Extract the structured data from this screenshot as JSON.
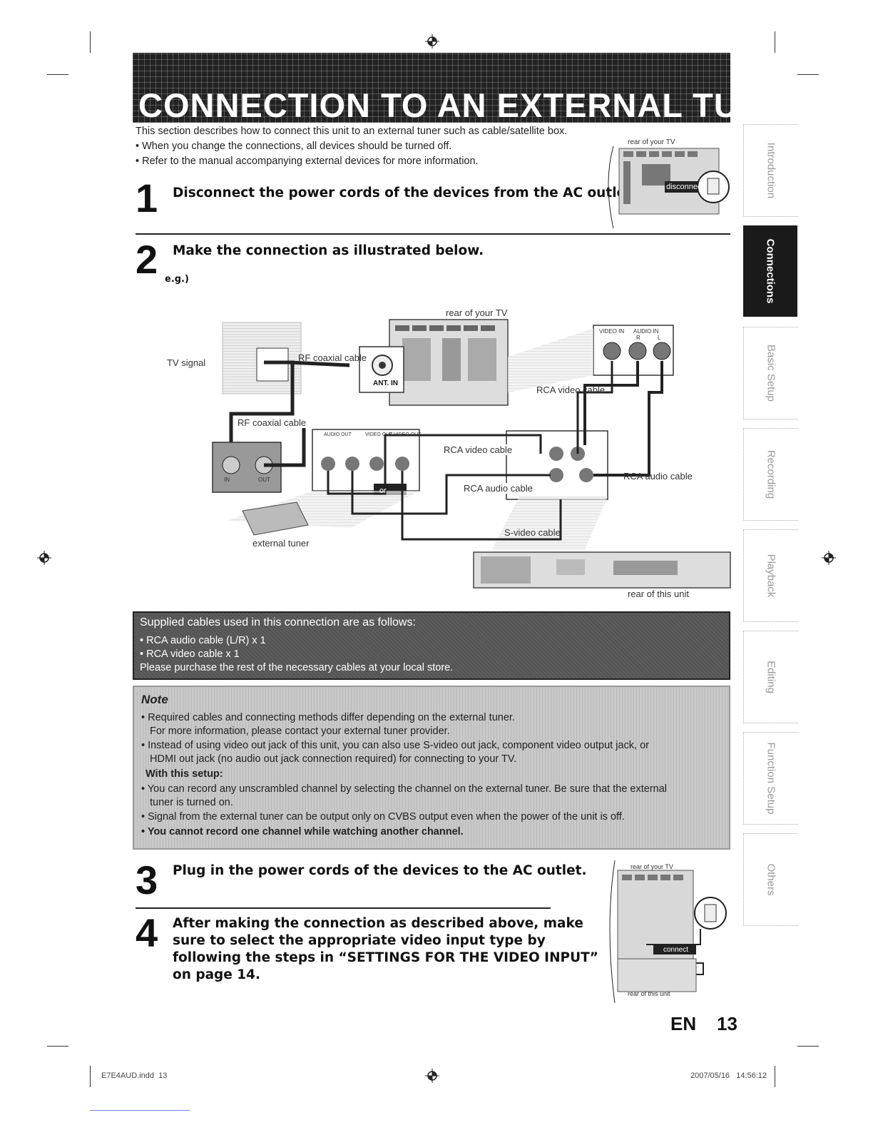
{
  "header": {
    "title": "CONNECTION TO AN EXTERNAL TUNER"
  },
  "intro": {
    "line1": "This section describes how to connect this unit to an external tuner such as cable/satellite box.",
    "line2": "• When you change the connections, all devices should be turned off.",
    "line3": "• Refer to the manual accompanying external devices for more information."
  },
  "steps": [
    {
      "num": "1",
      "text": "Disconnect the power cords of the devices from the AC outlet."
    },
    {
      "num": "2",
      "text": "Make the connection as illustrated below.",
      "example": "e.g.)"
    },
    {
      "num": "3",
      "text": "Plug in the power cords of the devices to the AC outlet."
    },
    {
      "num": "4",
      "line1": "After making the connection as described above, make",
      "line2": "sure to select the appropriate video input type by",
      "line3": "following the steps in “SETTINGS FOR THE VIDEO INPUT”",
      "line4": "on page 14."
    }
  ],
  "figure1": {
    "rear_tv": "rear of your TV",
    "disconnect": "disconnect"
  },
  "diagram": {
    "rear_tv": "rear of your TV",
    "tv_signal": "TV signal",
    "rf_cable_1": "RF coaxial cable",
    "rf_cable_2": "RF coaxial cable",
    "ant_in": "ANT. IN",
    "video_in": "VIDEO IN",
    "audio_in": "AUDIO IN",
    "r": "R",
    "l": "L",
    "rca_video_1": "RCA video cable",
    "rca_video_2": "RCA video cable",
    "rca_audio_1": "RCA audio cable",
    "rca_audio_2": "RCA audio cable",
    "svideo_cable": "S-video cable",
    "or": "or",
    "audio_out": "AUDIO OUT",
    "video_out": "VIDEO OUT",
    "svideo_out": "S-VIDEO OUT",
    "in": "IN",
    "out": "OUT",
    "external_tuner": "external tuner",
    "rear_unit": "rear of this unit"
  },
  "supplied": {
    "heading": "Supplied cables used in this connection are as follows:",
    "item1": "• RCA audio cable (L/R) x 1",
    "item2": "• RCA video cable x 1",
    "footer": "Please purchase the rest of the necessary cables at your local store."
  },
  "note": {
    "heading": "Note",
    "l1": "• Required cables and connecting methods differ depending on the external tuner.",
    "l2": "For more information, please contact your external tuner provider.",
    "l3": "• Instead of using video out jack of this unit, you can also use S-video out jack, component video output jack, or",
    "l4": "HDMI out jack (no audio out jack connection required) for connecting to your TV.",
    "setup": "With this setup:",
    "l5": "• You can record any unscrambled channel by selecting the channel on the external tuner. Be sure that the external",
    "l6": "tuner is turned on.",
    "l7": "• Signal from the external tuner can be output only on CVBS output even when the power of the unit is off.",
    "l8": "• You cannot record one channel while watching another channel."
  },
  "figure3": {
    "rear_tv": "rear of your TV",
    "connect": "connect",
    "rear_unit": "rear of this unit"
  },
  "sidebar": [
    "Introduction",
    "Connections",
    "Basic Setup",
    "Recording",
    "Playback",
    "Editing",
    "Function Setup",
    "Others"
  ],
  "page_number": {
    "lang": "EN",
    "num": "13"
  },
  "footer": {
    "file": "E7E4AUD.indd  13",
    "timestamp": "2007/05/16   14:56:12"
  }
}
